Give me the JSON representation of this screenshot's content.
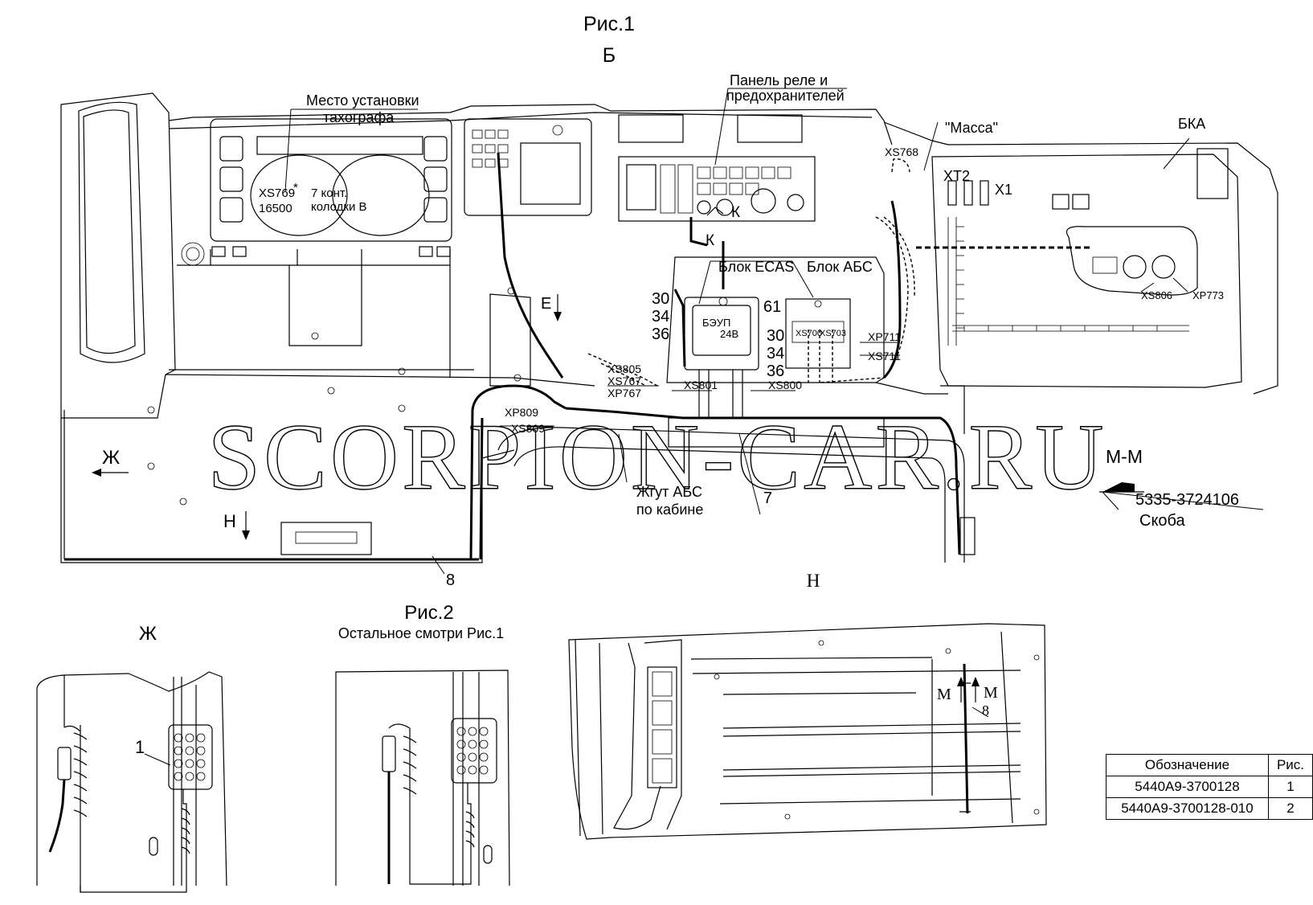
{
  "fig1": {
    "title": "Рис.1",
    "view_label": "Б",
    "tachograph_label_1": "Место установки",
    "tachograph_label_2": "тахографа",
    "relay_panel_1": "Панель реле и",
    "relay_panel_2": "предохранителей",
    "massa": "\"Масса\"",
    "bka": "БКА",
    "xs768": "XS768",
    "xt2": "XT2",
    "x1": "X1",
    "xs769": "XS769",
    "xs769_star": "*",
    "num_16500": "16500",
    "kont_1": "7 конт.",
    "kont_2": "колодки В",
    "k_label_1": "К",
    "k_label_2": "К",
    "blok_ecas": "Блок ECAS",
    "blok_abs": "Блок АБС",
    "beup_1": "БЭУП",
    "beup_2": "24В",
    "num_61": "61",
    "num_30a": "30",
    "num_34a": "34",
    "num_36a": "36",
    "num_30b": "30",
    "num_34b": "34",
    "num_36b": "36",
    "xs700": "XS700",
    "xs703": "XS703",
    "xp711": "XP711",
    "xs711": "XS711",
    "xs806": "XS806",
    "xp773": "XP773",
    "e_arrow": "Е",
    "xs805": "XS805",
    "xs767": "XS767",
    "xp767": "XP767",
    "xs801": "XS801",
    "xs800": "XS800",
    "xp809": "XP809",
    "xs809": "XS809",
    "zh_arrow": "Ж",
    "n_arrow": "Н",
    "harness_1": "Жгут АБС",
    "harness_2": "по кабине",
    "num_7": "7",
    "num_8": "8",
    "mm_title": "М-М",
    "part_number": "5335-3724106",
    "part_name": "Скоба"
  },
  "view_h": {
    "title": "Н",
    "m_left": "М",
    "m_right": "М",
    "num_8": "8"
  },
  "view_zh": {
    "title": "Ж",
    "num_1": "1"
  },
  "fig2": {
    "title": "Рис.2",
    "subtitle": "Остальное смотри Рис.1"
  },
  "watermark": "SCORPION-CAR.RU",
  "spec_table": {
    "headers": [
      "Обозначение",
      "Рис."
    ],
    "rows": [
      [
        "5440А9-3700128",
        "1"
      ],
      [
        "5440А9-3700128-010",
        "2"
      ]
    ]
  }
}
